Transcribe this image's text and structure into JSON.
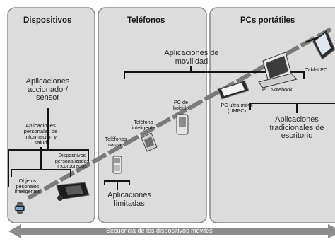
{
  "columns": {
    "col1_title": "Dispositivos",
    "col2_title": "Teléfonos",
    "col3_title": "PCs portátiles"
  },
  "categories": {
    "movilidad_l1": "Aplicaciones de",
    "movilidad_l2": "movilidad",
    "accionador_l1": "Aplicaciones",
    "accionador_l2": "accionador/",
    "accionador_l3": "sensor",
    "personales_l1": "Aplicaciones",
    "personales_l2": "personales de",
    "personales_l3": "información y",
    "personales_l4": "salud",
    "limitadas_l1": "Aplicaciones",
    "limitadas_l2": "limitadas",
    "tradicionales_l1": "Aplicaciones",
    "tradicionales_l2": "tradicionales de",
    "tradicionales_l3": "escritorio"
  },
  "devices": {
    "objetos_l1": "Objetos",
    "objetos_l2": "pesonales",
    "objetos_l3": "inteligentes",
    "incorporados_l1": "Dispositivos",
    "incorporados_l2": "personalizados",
    "incorporados_l3": "incorporados",
    "masivos_l1": "Teléfonos",
    "masivos_l2": "masivos",
    "inteligente_l1": "Teléfono",
    "inteligente_l2": "inteligente",
    "bolsillo_l1": "PC de",
    "bolsillo_l2": "bolsillo",
    "umpc_l1": "PC ultra-móvil",
    "umpc_l2": "(UMPC)",
    "notebook": "PC Notebook",
    "tablet": "Tablet PC"
  },
  "banner": "Secuencia de los dispositivos móviles",
  "colors": {
    "panel_fill": "#dcdcdc",
    "panel_border": "#8a8a8a",
    "banner_fill": "#8c8c8c",
    "line": "#141414"
  }
}
